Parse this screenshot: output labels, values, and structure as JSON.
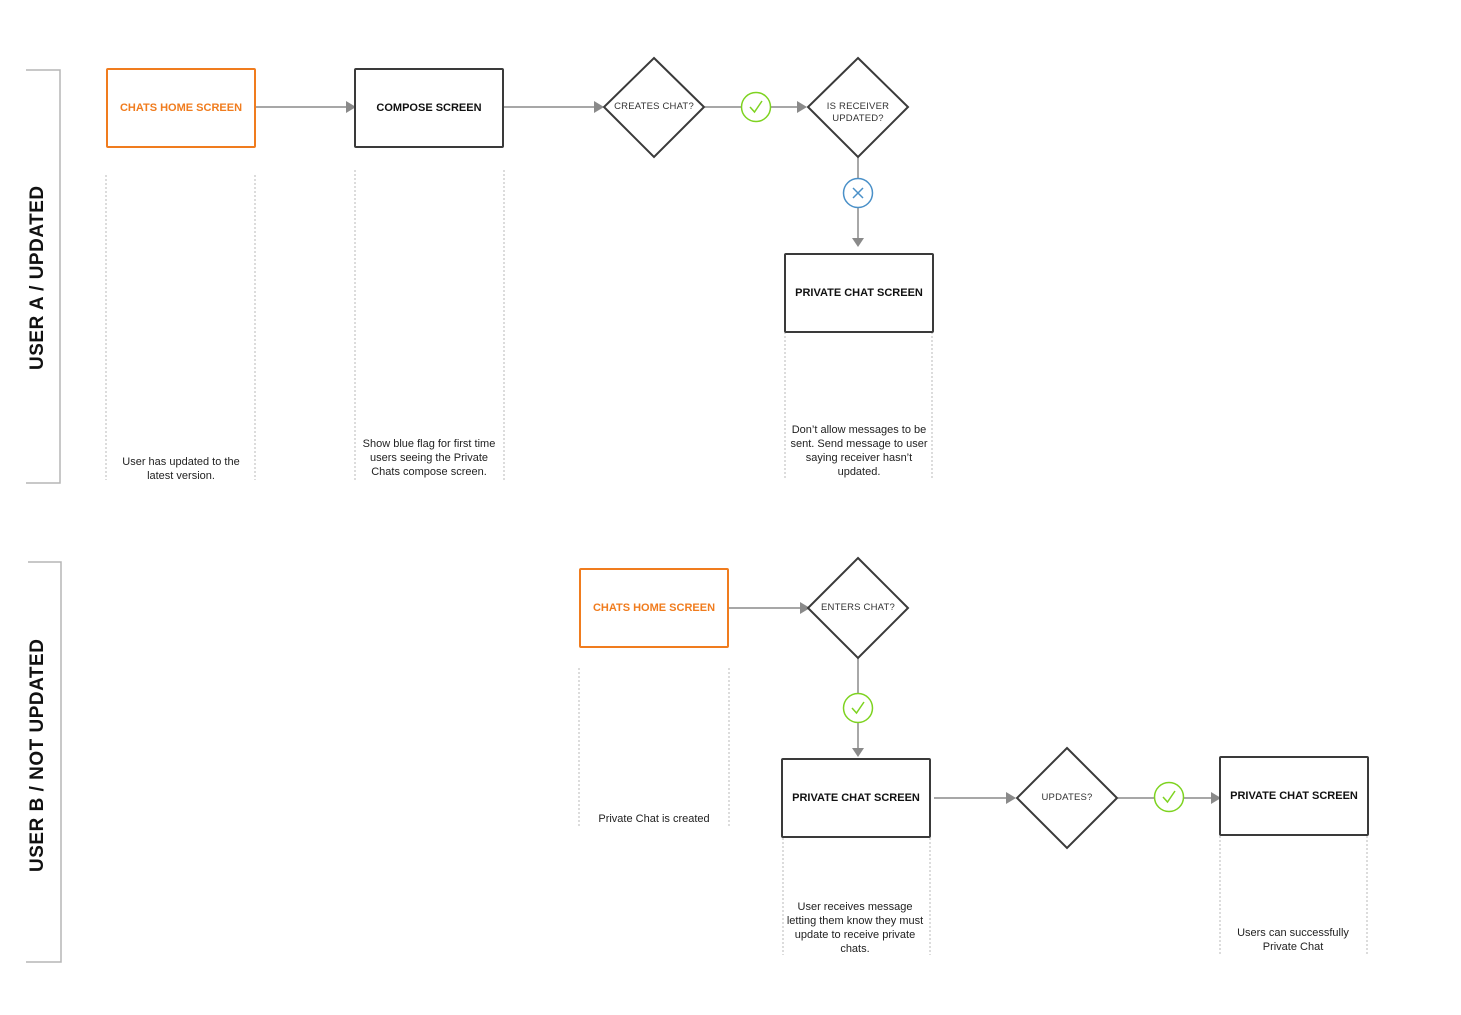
{
  "lanes": {
    "a_label": "USER A / UPDATED",
    "b_label": "USER B / NOT UPDATED"
  },
  "nodes": {
    "a_chats_home": "CHATS HOME SCREEN",
    "a_compose": "COMPOSE SCREEN",
    "a_creates_chat": "CREATES CHAT?",
    "a_is_receiver_updated": "IS RECEIVER UPDATED?",
    "a_private_chat": "PRIVATE CHAT SCREEN",
    "b_chats_home": "CHATS HOME SCREEN",
    "b_enters_chat": "ENTERS CHAT?",
    "b_private_chat": "PRIVATE CHAT SCREEN",
    "b_updates": "UPDATES?",
    "b_private_chat_final": "PRIVATE CHAT SCREEN"
  },
  "notes": {
    "a_chats_home": "User has updated to the latest version.",
    "a_compose": "Show blue flag for first time users seeing the Private Chats compose screen.",
    "a_private_chat": "Don’t allow messages to be sent. Send message to user saying receiver hasn’t updated.",
    "b_chats_home": "Private Chat is created",
    "b_private_chat": "User receives message letting them know they must update to receive private chats.",
    "b_private_chat_final": "Users can successfully Private Chat"
  },
  "decisions": {
    "yes_icon": "check-icon",
    "no_icon": "x-icon"
  },
  "colors": {
    "accent_orange": "#f07c1e",
    "yes_green": "#7ed321",
    "no_blue": "#4a90c8",
    "stroke": "#3a3a3a",
    "connector": "#8a8a8a"
  }
}
